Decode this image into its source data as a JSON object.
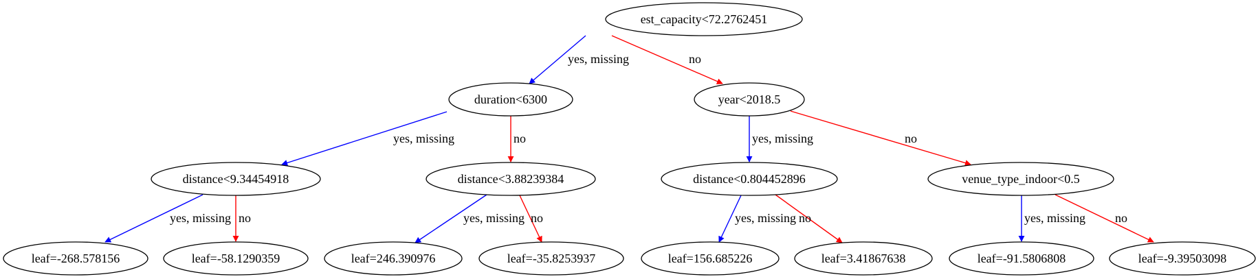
{
  "colors": {
    "yes_edge": "#0000ff",
    "no_edge": "#ff0000",
    "node_stroke": "#000000",
    "background": "#ffffff"
  },
  "nodes": [
    {
      "id": "n0",
      "label": "est_capacity<72.2762451"
    },
    {
      "id": "n1",
      "label": "duration<6300"
    },
    {
      "id": "n2",
      "label": "year<2018.5"
    },
    {
      "id": "n3",
      "label": "distance<9.34454918"
    },
    {
      "id": "n4",
      "label": "distance<3.88239384"
    },
    {
      "id": "n5",
      "label": "distance<0.804452896"
    },
    {
      "id": "n6",
      "label": "venue_type_indoor<0.5"
    },
    {
      "id": "n7",
      "label": "leaf=-268.578156"
    },
    {
      "id": "n8",
      "label": "leaf=-58.1290359"
    },
    {
      "id": "n9",
      "label": "leaf=246.390976"
    },
    {
      "id": "n10",
      "label": "leaf=-35.8253937"
    },
    {
      "id": "n11",
      "label": "leaf=156.685226"
    },
    {
      "id": "n12",
      "label": "leaf=3.41867638"
    },
    {
      "id": "n13",
      "label": "leaf=-91.5806808"
    },
    {
      "id": "n14",
      "label": "leaf=-9.39503098"
    }
  ],
  "edges": [
    {
      "from": "n0",
      "to": "n1",
      "label": "yes, missing",
      "kind": "yes"
    },
    {
      "from": "n0",
      "to": "n2",
      "label": "no",
      "kind": "no"
    },
    {
      "from": "n1",
      "to": "n3",
      "label": "yes, missing",
      "kind": "yes"
    },
    {
      "from": "n1",
      "to": "n4",
      "label": "no",
      "kind": "no"
    },
    {
      "from": "n2",
      "to": "n5",
      "label": "yes, missing",
      "kind": "yes"
    },
    {
      "from": "n2",
      "to": "n6",
      "label": "no",
      "kind": "no"
    },
    {
      "from": "n3",
      "to": "n7",
      "label": "yes, missing",
      "kind": "yes"
    },
    {
      "from": "n3",
      "to": "n8",
      "label": "no",
      "kind": "no"
    },
    {
      "from": "n4",
      "to": "n9",
      "label": "yes, missing",
      "kind": "yes"
    },
    {
      "from": "n4",
      "to": "n10",
      "label": "no",
      "kind": "no"
    },
    {
      "from": "n5",
      "to": "n11",
      "label": "yes, missing",
      "kind": "yes"
    },
    {
      "from": "n5",
      "to": "n12",
      "label": "no",
      "kind": "no"
    },
    {
      "from": "n6",
      "to": "n13",
      "label": "yes, missing",
      "kind": "yes"
    },
    {
      "from": "n6",
      "to": "n14",
      "label": "no",
      "kind": "no"
    }
  ]
}
